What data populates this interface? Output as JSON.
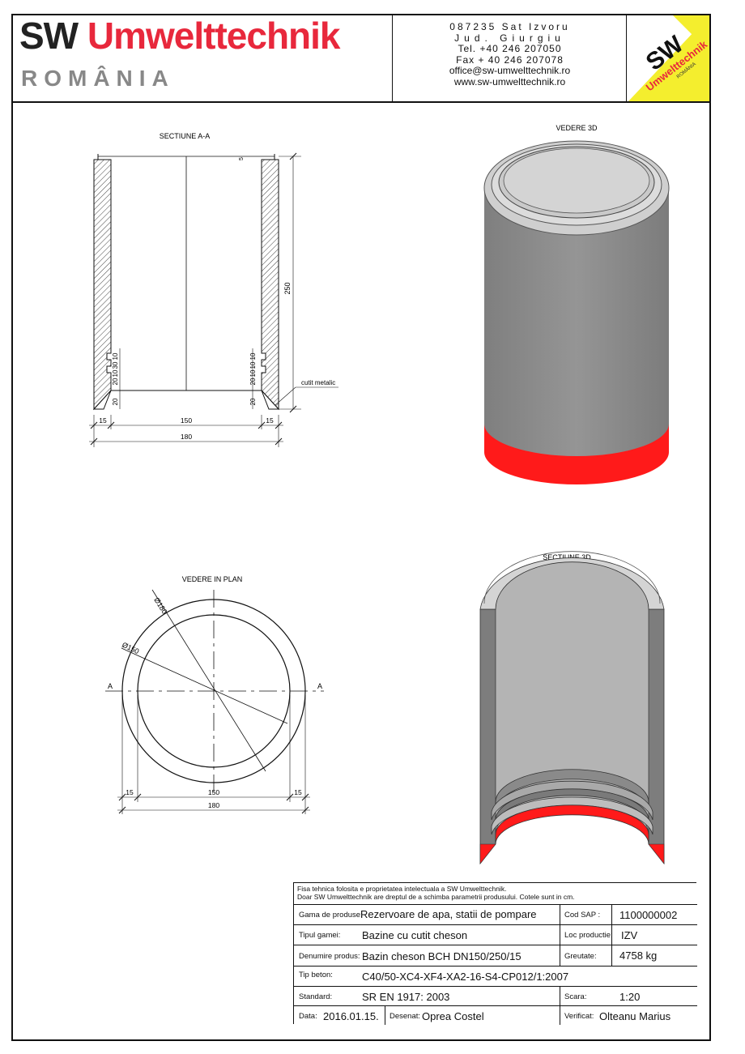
{
  "header": {
    "brand_sw": "SW",
    "brand_name": "Umwelttechnik",
    "brand_country": "ROMÂNIA",
    "contact": [
      "087235 Sat Izvoru",
      "Jud. Giurgiu",
      "Tel. +40 246 207050",
      "Fax + 40 246 207078",
      "office@sw-umwelttechnik.ro",
      "www.sw-umwelttechnik.ro"
    ],
    "logo": {
      "sw": "SW",
      "name": "Umwelttechnik",
      "country": "ROMÂNIA"
    }
  },
  "views": {
    "section": {
      "title": "SECTIUNE   A-A",
      "dims": {
        "height": "250",
        "inner": "150",
        "outer": "180",
        "wall": "15",
        "top": "5",
        "step20": "20",
        "step10": "10",
        "step30": "30",
        "callout": "cutit metalic"
      }
    },
    "view3d": {
      "title": "VEDERE 3D"
    },
    "plan": {
      "title": "VEDERE IN PLAN",
      "d_outer": "Ø180",
      "d_inner": "Ø150",
      "mark": "A",
      "dims": {
        "inner": "150",
        "outer": "180",
        "wall": "15"
      }
    },
    "section3d": {
      "title": "SECTIUNE 3D"
    }
  },
  "colors": {
    "brand_red": "#e8283c",
    "logo_yellow": "#f4ee2e",
    "concrete": "#8d8d8d",
    "blade": "#ff1a1a"
  },
  "title_block": {
    "note_line1": "Fisa tehnica folosita e proprietatea intelectuala a SW Umwelttechnik.",
    "note_line2": "Doar SW Umwelttechnik are dreptul de a schimba parametrii produsului. Cotele sunt in cm.",
    "gama_label": "Gama de produse:",
    "gama_value": "Rezervoare de apa, statii de pompare",
    "cod_label": "Cod SAP :",
    "cod_value": "1100000002",
    "tip_gamei_label": "Tipul gamei:",
    "tip_gamei_value": "Bazine cu cutit cheson",
    "loc_label": "Loc productie:",
    "loc_value": "IZV",
    "denumire_label": "Denumire produs:",
    "denumire_value": "Bazin cheson BCH DN150/250/15",
    "greutate_label": "Greutate:",
    "greutate_value": "4758 kg",
    "beton_label": "Tip beton:",
    "beton_value": "C40/50-XC4-XF4-XA2-16-S4-CP012/1:2007",
    "standard_label": "Standard:",
    "standard_value": "SR EN 1917: 2003",
    "scara_label": "Scara:",
    "scara_value": "1:20",
    "data_label": "Data:",
    "data_value": "2016.01.15.",
    "desenat_label": "Desenat:",
    "desenat_value": "Oprea Costel",
    "verificat_label": "Verificat:",
    "verificat_value": "Olteanu Marius"
  }
}
